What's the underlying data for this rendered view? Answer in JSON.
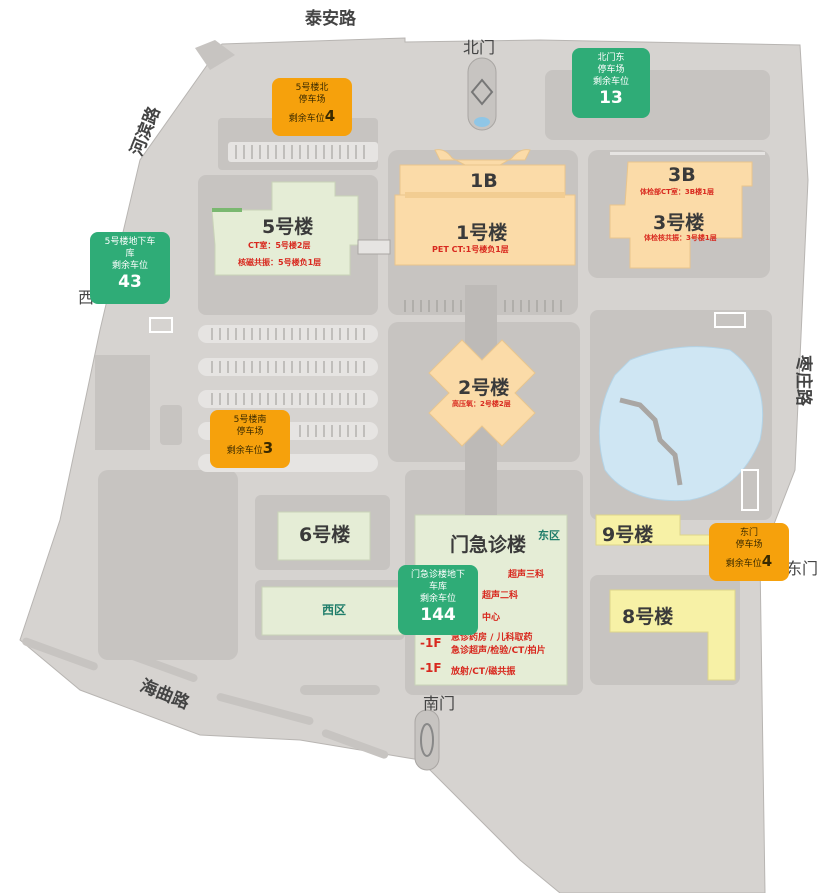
{
  "roads": {
    "north": "泰安路",
    "west": "河滨路",
    "east": "枣庄路",
    "south": "海曲路"
  },
  "gates": {
    "north": "北门",
    "south": "南门",
    "east": "东门",
    "west": "西"
  },
  "buildings": {
    "b5": {
      "name": "5号楼",
      "note1": "CT室：5号楼2层",
      "note2": "核磁共振：5号楼负1层"
    },
    "b1b": {
      "name": "1B"
    },
    "b1": {
      "name": "1号楼",
      "note": "PET CT:1号楼负1层"
    },
    "b3b": {
      "name": "3B",
      "note": "体检部CT室：3B楼1层"
    },
    "b3": {
      "name": "3号楼",
      "note": "体检核共振：3号楼1层"
    },
    "b2": {
      "name": "2号楼",
      "note": "高压氧：2号楼2层"
    },
    "b6": {
      "name": "6号楼"
    },
    "emergency": {
      "name": "门急诊楼",
      "east_zone": "东区",
      "west_zone": "西区"
    },
    "b9": {
      "name": "9号楼"
    },
    "b8": {
      "name": "8号楼"
    }
  },
  "floors": [
    {
      "label": "",
      "text": "超声三科"
    },
    {
      "label": "",
      "text": "超声二科"
    },
    {
      "label": "",
      "text": "中心"
    },
    {
      "label": "",
      "text": "急诊药房 / 儿科取药"
    },
    {
      "label": "-1F",
      "text": "急诊超声/检验/CT/拍片"
    },
    {
      "label": "-1F",
      "text": "放射/CT/磁共振"
    }
  ],
  "parking": [
    {
      "id": "north5",
      "line1": "5号楼北",
      "line2": "停车场",
      "remain_label": "剩余车位",
      "count": "4",
      "color": "#f6a10c"
    },
    {
      "id": "northeast",
      "line1": "北门东",
      "line2": "停车场",
      "remain_label": "剩余车位",
      "count": "13",
      "color": "#2fac77"
    },
    {
      "id": "underground5",
      "line1": "5号楼地下车",
      "line2": "库",
      "remain_label": "剩余车位",
      "count": "43",
      "color": "#2fac77"
    },
    {
      "id": "south5",
      "line1": "5号楼南",
      "line2": "停车场",
      "remain_label": "剩余车位",
      "count": "3",
      "color": "#f6a10c"
    },
    {
      "id": "east",
      "line1": "东门",
      "line2": "停车场",
      "remain_label": "剩余车位",
      "count": "4",
      "color": "#f6a10c"
    },
    {
      "id": "emergencyUnder",
      "line1": "门急诊楼地下",
      "line2": "车库",
      "remain_label": "剩余车位",
      "count": "144",
      "color": "#2fac77"
    }
  ],
  "colors": {
    "ground": "#d6d3d0",
    "block": "#c7c4c1",
    "road_stripe": "#e6e4e2",
    "orange_building": "#fbdba8",
    "green_building": "#e5edd6",
    "yellow_building": "#f7f1a6",
    "lake": "#cfe6f3",
    "parking_green": "#2fac77",
    "parking_orange": "#f6a10c",
    "note_red": "#d8281e"
  }
}
